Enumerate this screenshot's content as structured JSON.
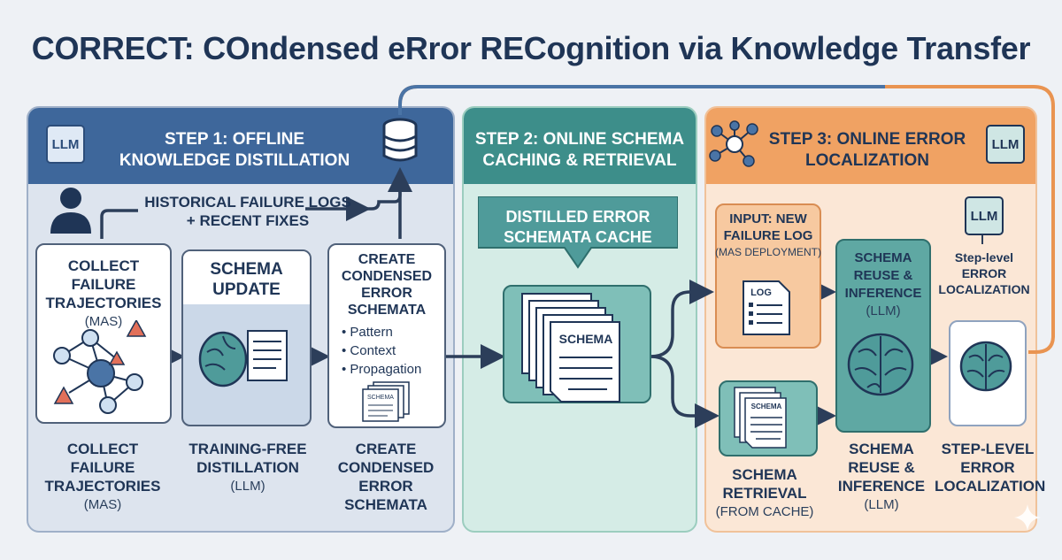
{
  "title": "CORRECT: COndensed eRror RECognition via Knowledge Transfer",
  "icons": {
    "llm": "LLM",
    "schema": "SCHEMA",
    "log": "LOG"
  },
  "step1": {
    "header_line1": "STEP 1: OFFLINE",
    "header_line2": "KNOWLEDGE DISTILLATION",
    "logs_line1": "HISTORICAL FAILURE LOGS",
    "logs_line2": "+ RECENT FIXES",
    "collect_title_line1": "COLLECT FAILURE",
    "collect_title_line2": "TRAJECTORIES",
    "collect_sub": "(MAS)",
    "update_line1": "SCHEMA",
    "update_line2": "UPDATE",
    "create_title_line1": "CREATE",
    "create_title_line2": "CONDENSED",
    "create_title_line3": "ERROR",
    "create_title_line4": "SCHEMATA",
    "bullets": [
      "Pattern",
      "Context",
      "Propagation"
    ],
    "cap1_line1": "COLLECT",
    "cap1_line2": "FAILURE",
    "cap1_line3": "TRAJECTORIES",
    "cap1_line4": "(MAS)",
    "cap2_line1": "TRAINING-FREE",
    "cap2_line2": "DISTILLATION",
    "cap2_line3": "(LLM)",
    "cap3_line1": "CREATE",
    "cap3_line2": "CONDENSED",
    "cap3_line3": "ERROR",
    "cap3_line4": "SCHEMATA"
  },
  "step2": {
    "header_line1": "STEP 2: ONLINE SCHEMA",
    "header_line2": "CACHING & RETRIEVAL",
    "cache_line1": "DISTILLED ERROR",
    "cache_line2": "SCHEMATA CACHE"
  },
  "step3": {
    "header_line1": "STEP 3: ONLINE ERROR",
    "header_line2": "LOCALIZATION",
    "input_line1": "INPUT: NEW",
    "input_line2": "FAILURE LOG",
    "input_sub": "(MAS DEPLOYMENT)",
    "reuse_line1": "SCHEMA",
    "reuse_line2": "REUSE &",
    "reuse_line3": "INFERENCE",
    "reuse_line4": "(LLM)",
    "step_line1": "Step-level",
    "step_line2": "ERROR",
    "step_line3": "LOCALIZATION",
    "cap_retrieval_line1": "SCHEMA",
    "cap_retrieval_line2": "RETRIEVAL",
    "cap_retrieval_line3": "(FROM CACHE)",
    "cap_reuse_line1": "SCHEMA",
    "cap_reuse_line2": "REUSE &",
    "cap_reuse_line3": "INFERENCE",
    "cap_reuse_line4": "(LLM)",
    "cap_step_line1": "STEP-LEVEL",
    "cap_step_line2": "ERROR",
    "cap_step_line3": "LOCALIZATION"
  },
  "colors": {
    "navy": "#1f3556",
    "blue": "#3e679b",
    "teal": "#3d8e8a",
    "orange": "#f0a263"
  }
}
